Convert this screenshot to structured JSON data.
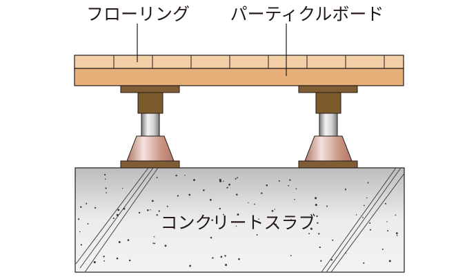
{
  "labels": {
    "flooring": "フローリング",
    "particle_board": "パーティクルボード",
    "concrete_slab": "コンクリートスラブ"
  },
  "colors": {
    "flooring": "#f3cfa8",
    "particle_board": "#e7b07a",
    "wood_block": "#7b5a2c",
    "plate": "#7f5e36",
    "bolt_light": "#f4f4f4",
    "bolt_dark": "#7a7a7a",
    "rubber_light": "#f3e2dc",
    "rubber_dark": "#b17868",
    "concrete_light": "#f3f3f3",
    "concrete_mid": "#bdbdbd",
    "outline": "#231815"
  }
}
